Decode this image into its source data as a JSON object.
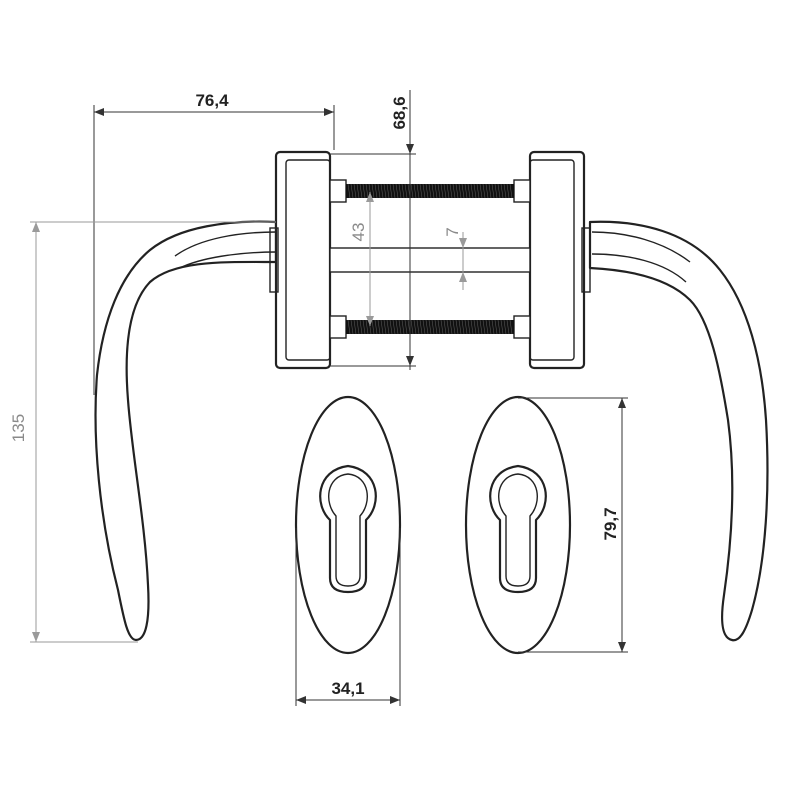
{
  "dimensions": {
    "lever_length": "76,4",
    "door_thickness": "68,6",
    "rose_spacing": "43",
    "spindle": "7",
    "lever_height": "135",
    "escutcheon_height": "79,7",
    "escutcheon_width": "34,1"
  }
}
